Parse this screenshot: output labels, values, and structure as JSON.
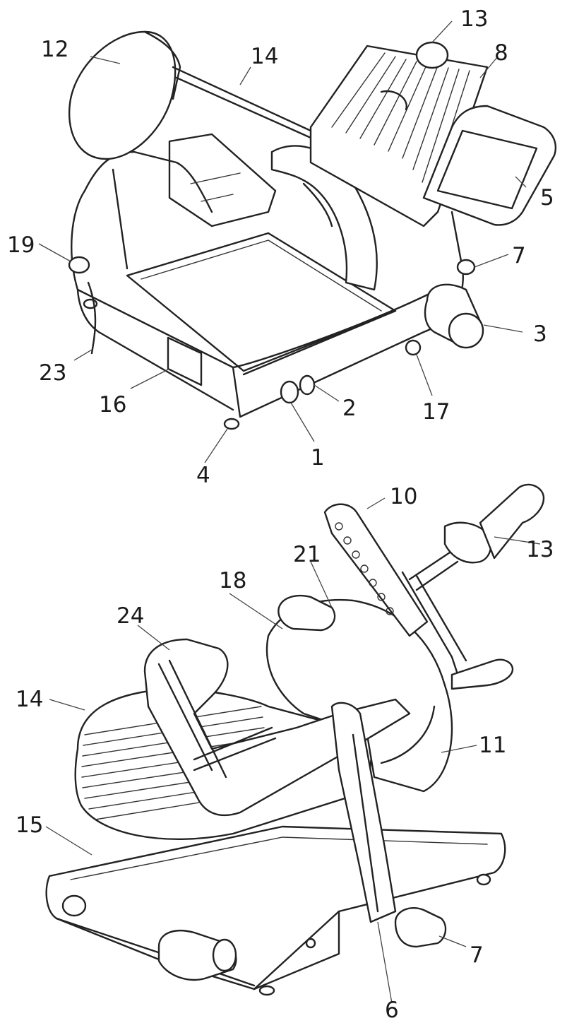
{
  "top_view": {
    "labels": {
      "l12": "12",
      "l14": "14",
      "l13": "13",
      "l8": "8",
      "l5": "5",
      "l19": "19",
      "l7": "7",
      "l3": "3",
      "l23": "23",
      "l16": "16",
      "l2": "2",
      "l17": "17",
      "l1": "1",
      "l4": "4"
    }
  },
  "bottom_view": {
    "labels": {
      "l10": "10",
      "l13": "13",
      "l21": "21",
      "l18": "18",
      "l24": "24",
      "l14": "14",
      "l11": "11",
      "l15": "15",
      "l7": "7",
      "l6": "6"
    }
  }
}
